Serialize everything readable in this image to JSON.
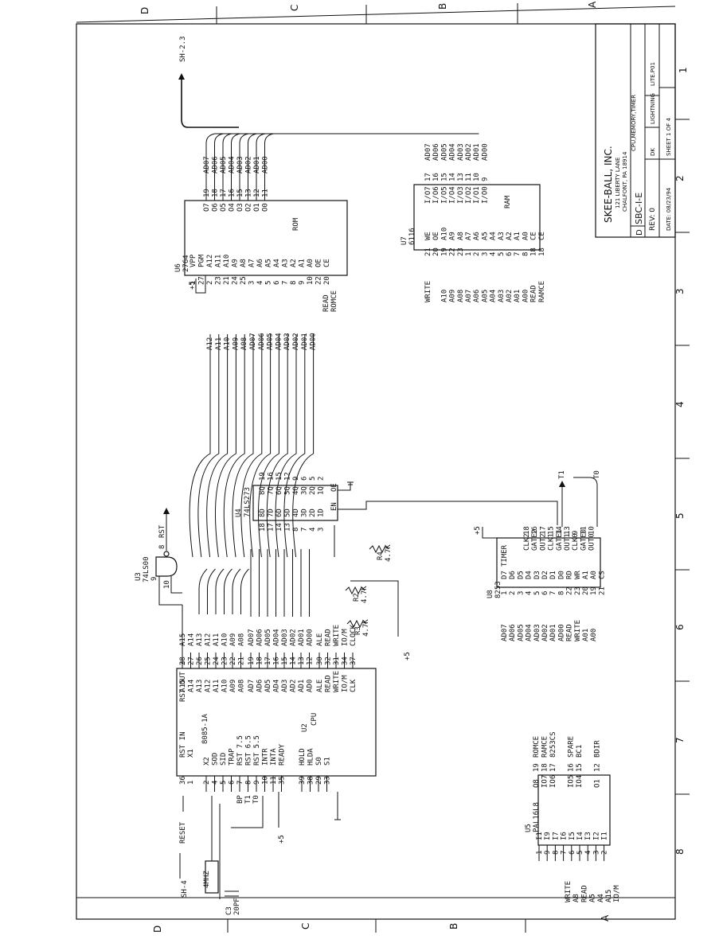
{
  "border": {
    "top_zones": [
      "D",
      "C",
      "B",
      "A"
    ],
    "bottom_zones": [
      "D",
      "C",
      "B",
      "A"
    ],
    "right_zones": [
      "1",
      "2",
      "3",
      "4",
      "5",
      "6",
      "7",
      "8"
    ]
  },
  "title_block": {
    "company": "SKEE-BALL, INC.",
    "address1": "121 LIBERTY LANE",
    "address2": "CHALFONT, PA 18914",
    "title": "CPU,MEMORY,TIMER",
    "drawing_no": "SBC-I-E",
    "size": "D",
    "rev": "REV:  0",
    "dk": "DK",
    "lighting": "LIGHTNING",
    "file": "LITE.P01",
    "date": "DATE:  08/23/94",
    "sheet": "SHEET  1 OF  4"
  },
  "offsheet": {
    "sh23": "SH-2.3",
    "sh4": "SH-4"
  },
  "u2": {
    "ref": "U2",
    "name": "CPU",
    "part": "8085-1A",
    "rst_in": "RST IN",
    "rst_out": "RST OUT",
    "x1": "X1",
    "left_pins": [
      "X2",
      "SOD",
      "SID",
      "TRAP",
      "RST 7.5",
      "RST 6.5",
      "RST 5.5",
      "INTR",
      "INTA",
      "READY"
    ],
    "left_nums": [
      "2",
      "4",
      "5",
      "6",
      "7",
      "8",
      "9",
      "10",
      "11",
      "35"
    ],
    "bottom_pins": [
      "HOLD",
      "HLDA",
      "S0",
      "S1"
    ],
    "bottom_nums": [
      "39",
      "38",
      "29",
      "33"
    ],
    "right_pins": [
      "A15",
      "A14",
      "A13",
      "A12",
      "A11",
      "A10",
      "A09",
      "A08",
      "AD7",
      "AD6",
      "AD5",
      "AD4",
      "AD3",
      "AD2",
      "AD1",
      "AD0",
      "ALE",
      "READ",
      "WRITE",
      "IO/M",
      "CLK"
    ],
    "right_nums": [
      "28",
      "27",
      "26",
      "25",
      "24",
      "23",
      "22",
      "21",
      "19",
      "18",
      "17",
      "16",
      "15",
      "14",
      "13",
      "12",
      "30",
      "32",
      "31",
      "34",
      "37"
    ],
    "rst_in_num": "36",
    "rst_out_num": "3",
    "x1_num": "1"
  },
  "cpu_nets": [
    "A15",
    "A14",
    "A13",
    "A12",
    "A11",
    "A10",
    "A09",
    "A08",
    "AD07",
    "AD06",
    "AD05",
    "AD04",
    "AD03",
    "AD02",
    "AD01",
    "AD00",
    "ALE",
    "READ",
    "WRITE",
    "IO/M",
    "CLOCK"
  ],
  "u3": {
    "ref": "U3",
    "part": "74LS00",
    "out": "RST",
    "pin_out": "8",
    "pin_a": "9",
    "pin_b": "10"
  },
  "u4": {
    "ref": "U4",
    "part": "74LS273",
    "d_pins": [
      "8D",
      "7D",
      "6D",
      "5D",
      "4D",
      "3D",
      "2D",
      "1D"
    ],
    "d_nums": [
      "18",
      "17",
      "14",
      "13",
      "8",
      "7",
      "4",
      "3"
    ],
    "q_pins": [
      "8Q",
      "7Q",
      "6Q",
      "5Q",
      "4Q",
      "3Q",
      "2Q",
      "1Q"
    ],
    "q_nums": [
      "19",
      "16",
      "15",
      "12",
      "9",
      "6",
      "5",
      "2"
    ],
    "en": "EN",
    "oe": "OE"
  },
  "u6": {
    "ref": "U6",
    "part": "2764",
    "name": "ROM",
    "left": [
      "VPP",
      "PGM",
      "A12",
      "A11",
      "A10",
      "A9",
      "A8",
      "A7",
      "A6",
      "A5",
      "A4",
      "A3",
      "A2",
      "A1",
      "A0",
      "OE",
      "CE"
    ],
    "left_nums": [
      "1",
      "27",
      "2",
      "23",
      "21",
      "24",
      "25",
      "3",
      "4",
      "5",
      "6",
      "7",
      "8",
      "9",
      "10",
      "22",
      "20"
    ],
    "right": [
      "O7",
      "O6",
      "O5",
      "O4",
      "O3",
      "O2",
      "O1",
      "O0"
    ],
    "right_nums": [
      "19",
      "18",
      "17",
      "16",
      "15",
      "13",
      "12",
      "11"
    ],
    "nets_in": [
      "A12",
      "A11",
      "A10",
      "A09",
      "A08",
      "AD07",
      "AD06",
      "AD05",
      "AD04",
      "AD03",
      "AD02",
      "AD01",
      "AD00"
    ],
    "ctrl": [
      "READ",
      "ROMCE"
    ],
    "vcc": "+5"
  },
  "rom_out_nets": [
    "AD07",
    "AD06",
    "AD05",
    "AD04",
    "AD03",
    "AD02",
    "AD01",
    "AD00"
  ],
  "u7": {
    "ref": "U7",
    "part": "6116",
    "name": "RAM",
    "left": [
      "WE",
      "OE",
      "A10",
      "A9",
      "A8",
      "A7",
      "A6",
      "A5",
      "A4",
      "A3",
      "A2",
      "A1",
      "A0",
      "CE",
      "CE"
    ],
    "left_nums": [
      "21",
      "20",
      "19",
      "22",
      "23",
      "1",
      "2",
      "3",
      "4",
      "5",
      "6",
      "7",
      "8",
      "18",
      "18"
    ],
    "left_nets": [
      "WRITE",
      "",
      "A10",
      "A09",
      "A08",
      "A07",
      "A06",
      "A05",
      "A04",
      "A03",
      "A02",
      "A01",
      "A00",
      "READ",
      "RAMCE"
    ],
    "right": [
      "I/O7",
      "I/O6",
      "I/O5",
      "I/O4",
      "I/O3",
      "I/O2",
      "I/O1",
      "I/O0"
    ],
    "right_nums": [
      "17",
      "16",
      "15",
      "14",
      "13",
      "11",
      "10",
      "9"
    ],
    "right_nets": [
      "AD07",
      "AD06",
      "AD05",
      "AD04",
      "AD03",
      "AD02",
      "AD01",
      "AD00"
    ]
  },
  "u8": {
    "ref": "U8",
    "part": "8253",
    "name": "TIMER",
    "left": [
      "D7",
      "D6",
      "D5",
      "D4",
      "D3",
      "D2",
      "D1",
      "D0",
      "RD",
      "WR",
      "A1",
      "A0",
      "CS"
    ],
    "left_nums": [
      "1",
      "2",
      "3",
      "4",
      "5",
      "6",
      "7",
      "8",
      "22",
      "23",
      "20",
      "19",
      "21"
    ],
    "left_nets": [
      "AD07",
      "AD06",
      "AD05",
      "AD04",
      "AD03",
      "AD02",
      "AD01",
      "AD00",
      "READ",
      "WRITE",
      "A01",
      "A00",
      ""
    ],
    "right": [
      "CLK2",
      "GATE2",
      "OUT2",
      "CLK1",
      "GATE1",
      "OUT1",
      "CLK0",
      "GATE0",
      "OUT0"
    ],
    "right_nums": [
      "18",
      "16",
      "17",
      "15",
      "14",
      "13",
      "9",
      "11",
      "10"
    ],
    "out_labels": [
      "T1",
      "T0"
    ],
    "vcc": "+5"
  },
  "u5": {
    "ref": "U5",
    "part": "PAL16L8",
    "left_nets": [
      "WRITE",
      "A8",
      "READ",
      "A5",
      "A4",
      "A15",
      "IO/M"
    ],
    "left_pins": [
      "I1",
      "I9",
      "I7",
      "I6",
      "I5",
      "I4",
      "I3",
      "I2",
      "I1"
    ],
    "left_nums": [
      "1",
      "9",
      "8",
      "7",
      "6",
      "5",
      "4",
      "3",
      "2"
    ],
    "outputs": [
      "ROMCE",
      "RAMCE",
      "8253CS",
      "SPARE",
      "BC1",
      "BDIR"
    ],
    "out_nums": [
      "19",
      "18",
      "17",
      "16",
      "15",
      "12"
    ],
    "out_pins": [
      "O8",
      "IO7",
      "IO6",
      "IO5",
      "IO4",
      "O1"
    ]
  },
  "resistors": [
    {
      "ref": "R4",
      "value": "4.7K"
    },
    {
      "ref": "R2",
      "value": "4.7K"
    },
    {
      "ref": "R3",
      "value": "4.7K"
    }
  ],
  "misc": {
    "reset": "RESET",
    "crystal": "4MHZ",
    "cap_ref": "C3",
    "cap_val": "20PF",
    "bp": "BP",
    "t1": "T1",
    "t0": "T0",
    "vcc": "+5"
  }
}
